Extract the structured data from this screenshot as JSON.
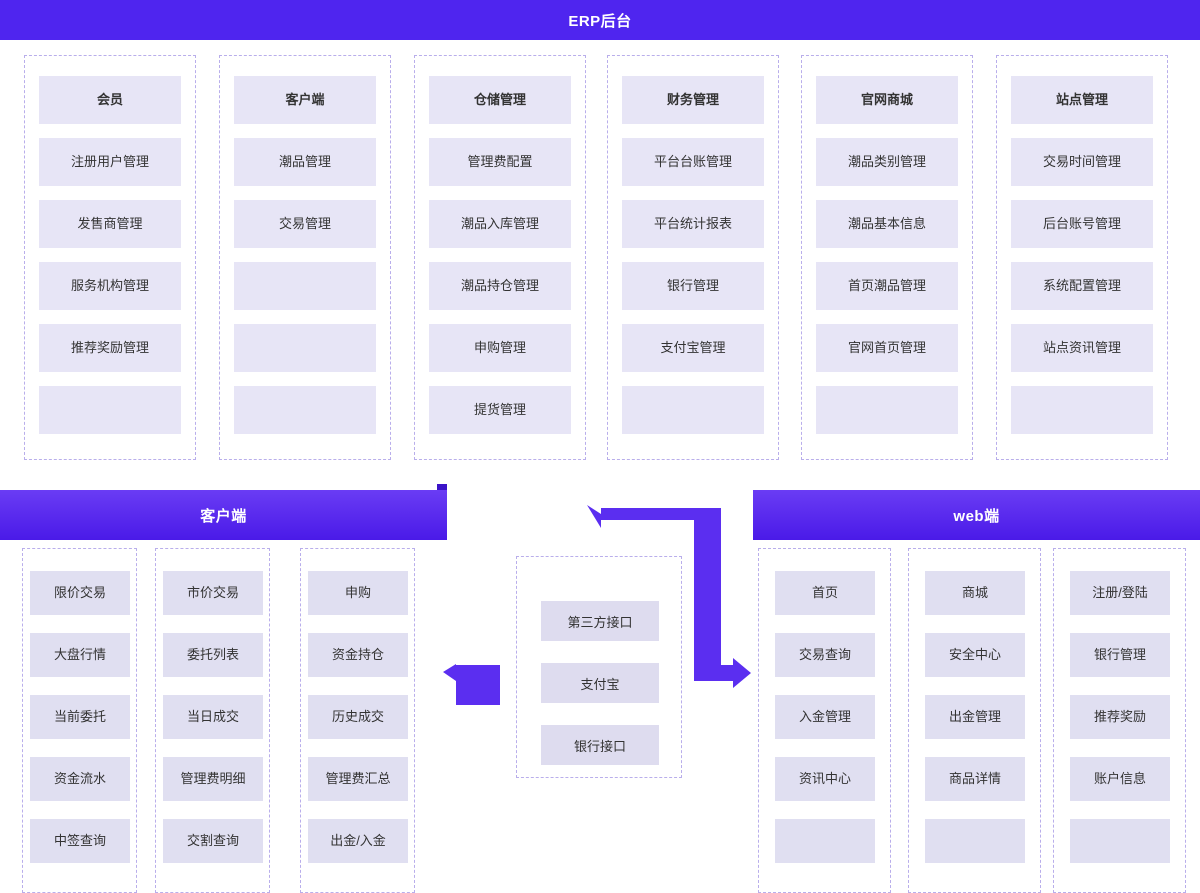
{
  "header": {
    "title": "ERP后台"
  },
  "colors": {
    "banner": "#4f25ef",
    "banner_gradient_top": "#6a3cf4",
    "banner_gradient_bottom": "#4a1ae8",
    "cell_fill": "#e7e5f6",
    "cell_fill_bottom": "#e0dff1",
    "dashed_border": "#b9aeeb",
    "arrow": "#5b2ef0",
    "text": "#333333"
  },
  "erp": {
    "columns": [
      {
        "header": "会员",
        "items": [
          "注册用户管理",
          "发售商管理",
          "服务机构管理",
          "推荐奖励管理",
          ""
        ]
      },
      {
        "header": "客户端",
        "items": [
          "潮品管理",
          "交易管理",
          "",
          "",
          ""
        ]
      },
      {
        "header": "仓储管理",
        "items": [
          "管理费配置",
          "潮品入库管理",
          "潮品持仓管理",
          "申购管理",
          "提货管理"
        ]
      },
      {
        "header": "财务管理",
        "items": [
          "平台台账管理",
          "平台统计报表",
          "银行管理",
          "支付宝管理",
          ""
        ]
      },
      {
        "header": "官网商城",
        "items": [
          "潮品类别管理",
          "潮品基本信息",
          "首页潮品管理",
          "官网首页管理",
          ""
        ]
      },
      {
        "header": "站点管理",
        "items": [
          "交易时间管理",
          "后台账号管理",
          "系统配置管理",
          "站点资讯管理",
          ""
        ]
      }
    ]
  },
  "client": {
    "title": "客户端",
    "columns": [
      {
        "items": [
          "限价交易",
          "大盘行情",
          "当前委托",
          "资金流水",
          "中签查询"
        ]
      },
      {
        "items": [
          "市价交易",
          "委托列表",
          "当日成交",
          "管理费明细",
          "交割查询"
        ]
      },
      {
        "items": [
          "申购",
          "资金持仓",
          "历史成交",
          "管理费汇总",
          "出金/入金"
        ]
      }
    ]
  },
  "interfaces": {
    "items": [
      "第三方接口",
      "支付宝",
      "银行接口"
    ]
  },
  "web": {
    "title": "web端",
    "columns": [
      {
        "items": [
          "首页",
          "交易查询",
          "入金管理",
          "资讯中心",
          ""
        ]
      },
      {
        "items": [
          "商城",
          "安全中心",
          "出金管理",
          "商品详情",
          ""
        ]
      },
      {
        "items": [
          "注册/登陆",
          "银行管理",
          "推荐奖励",
          "账户信息",
          ""
        ]
      }
    ]
  }
}
